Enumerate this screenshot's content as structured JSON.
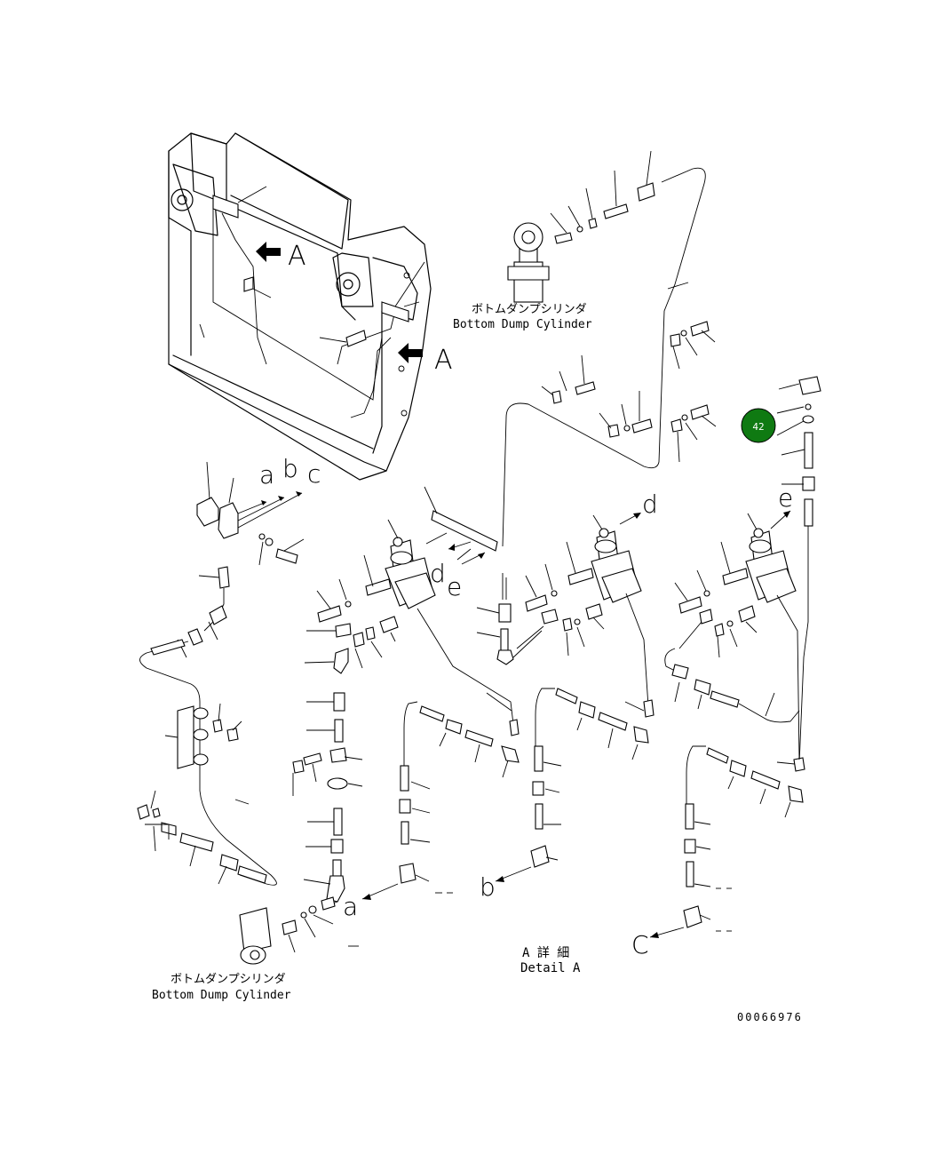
{
  "labels": {
    "view_a_1": "A",
    "view_a_2": "A",
    "cyl_top_jp": "ボトムダンプシリンダ",
    "cyl_top_en": "Bottom Dump Cylinder",
    "cyl_bottom_jp": "ボトムダンプシリンダ",
    "cyl_bottom_en": "Bottom Dump Cylinder",
    "detail_jp": "A 詳 細",
    "detail_en": "Detail A",
    "drawing_number": "00066976"
  },
  "connection_letters": {
    "a_top": "a",
    "b_top": "b",
    "c_top": "c",
    "d_left": "d",
    "e_left": "e",
    "d_right": "d",
    "e_right": "e",
    "a_bottom": "a",
    "b_bottom": "b",
    "c_bottom": "C"
  },
  "callouts": [
    {
      "number": "42",
      "color": "#0f7a12"
    }
  ]
}
